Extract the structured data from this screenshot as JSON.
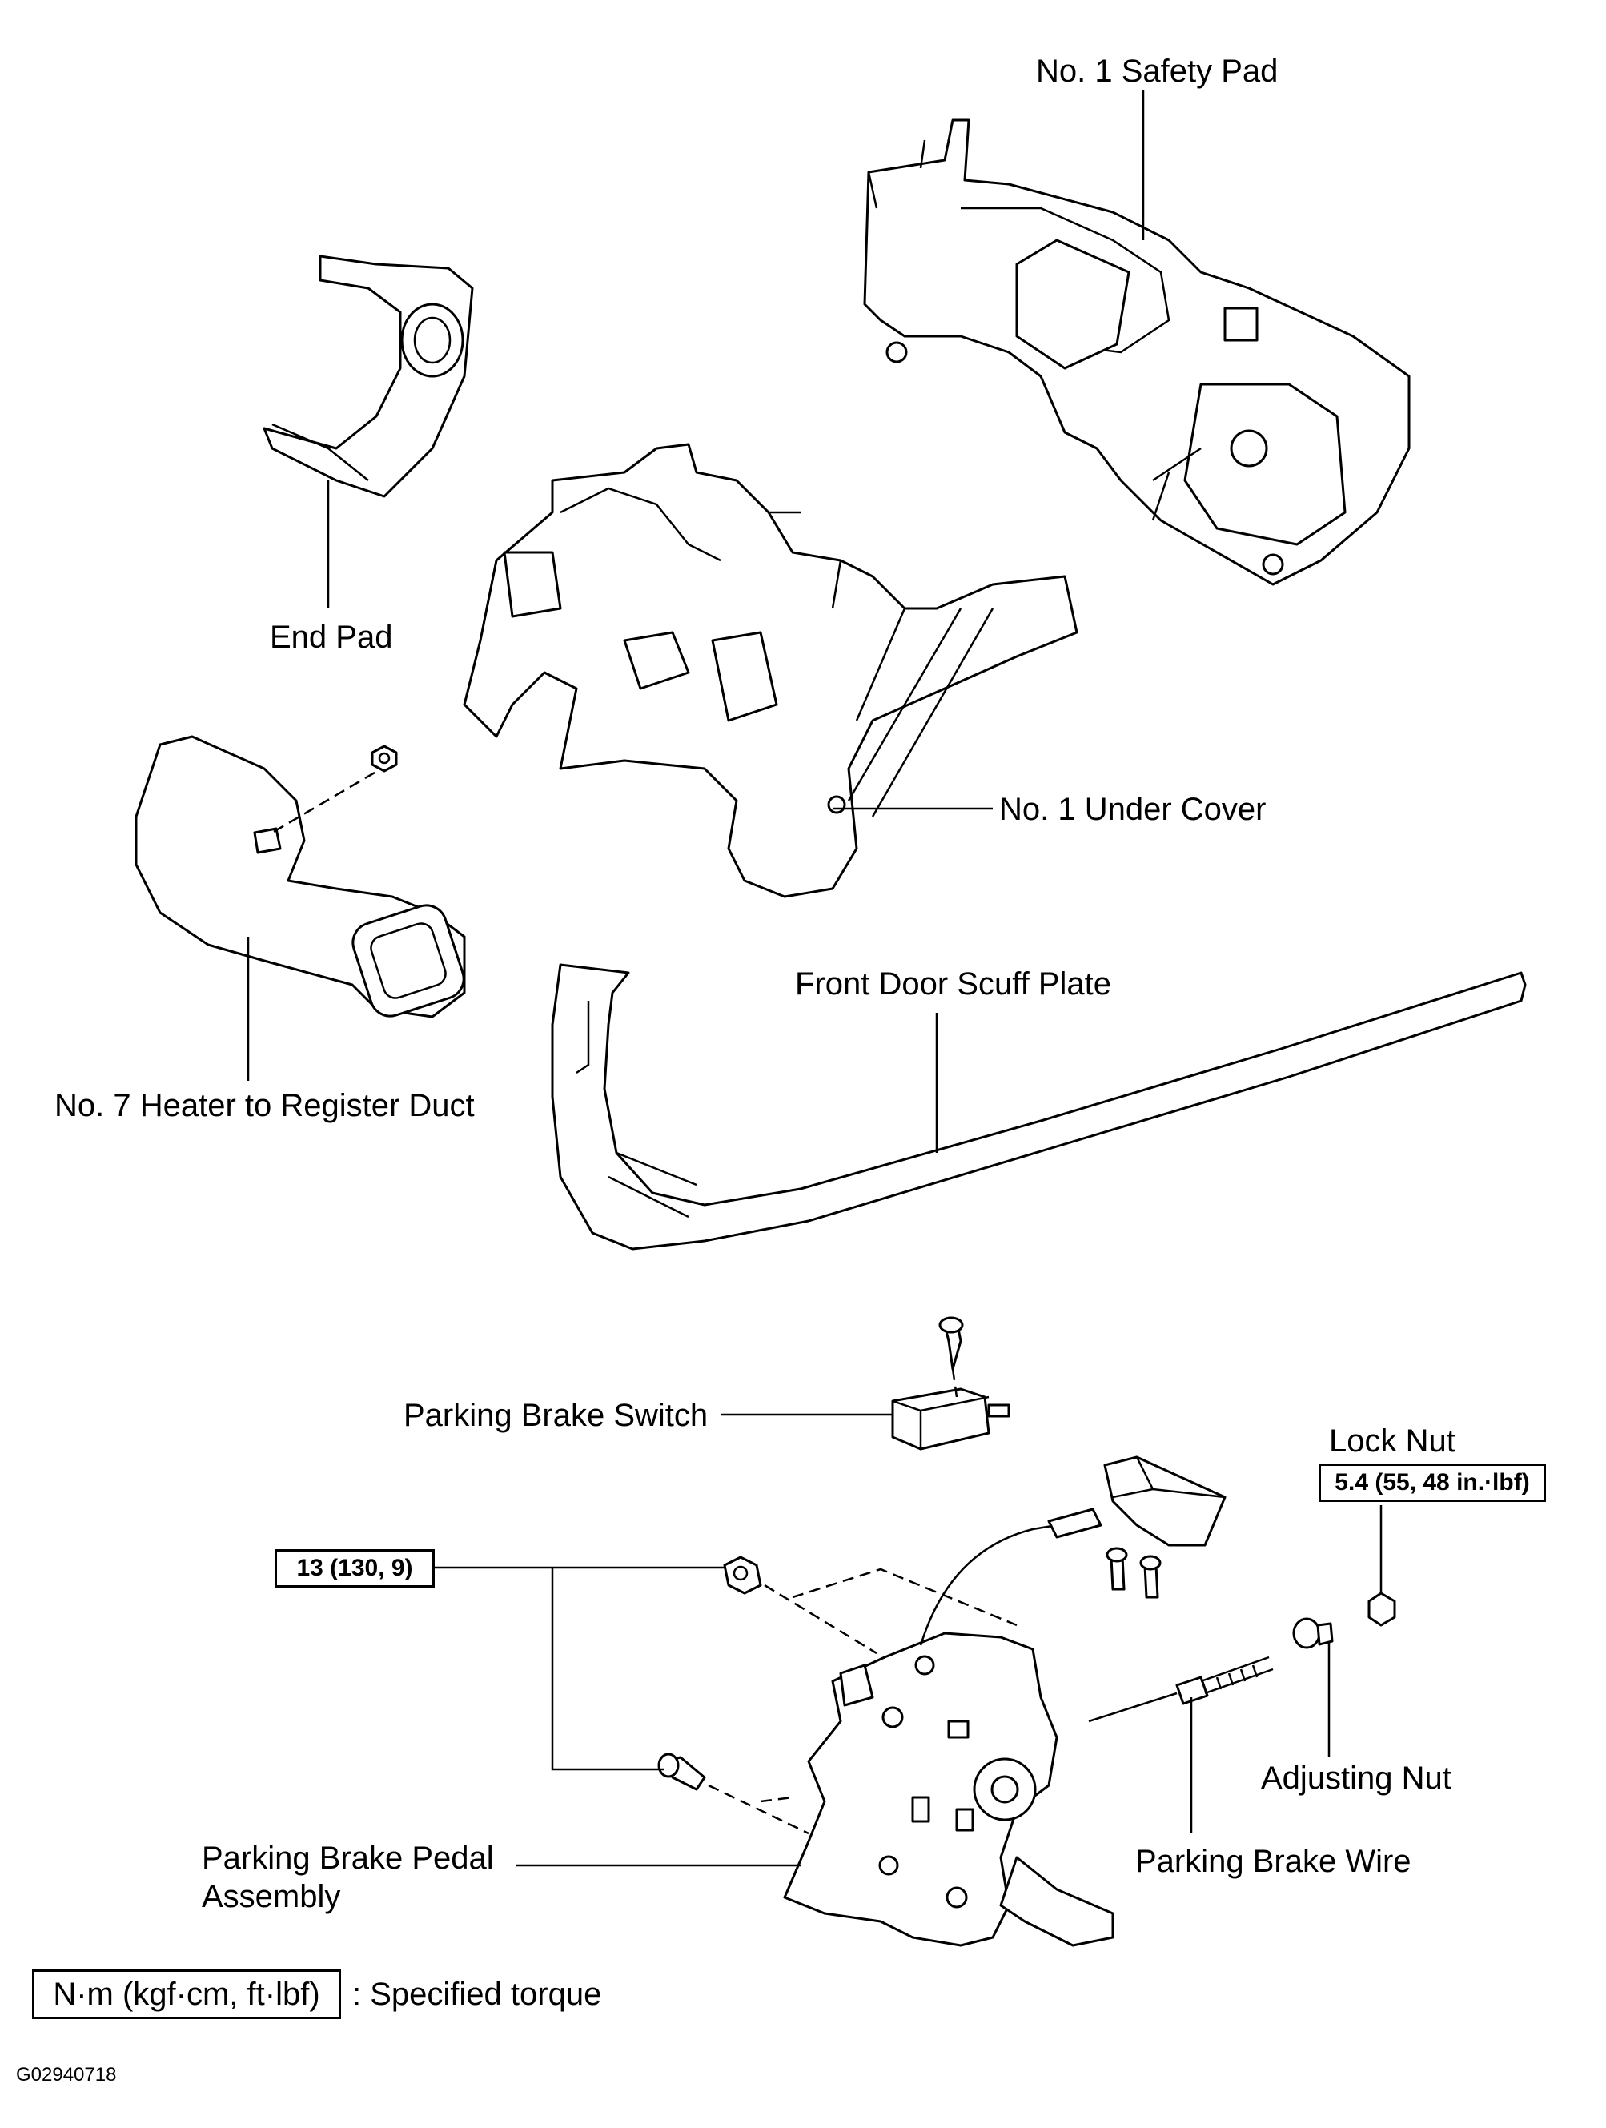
{
  "labels": {
    "safety_pad": "No. 1 Safety Pad",
    "end_pad": "End Pad",
    "under_cover": "No. 1 Under Cover",
    "heater_duct": "No. 7 Heater to Register Duct",
    "scuff_plate": "Front Door Scuff Plate",
    "brake_switch": "Parking Brake Switch",
    "lock_nut": "Lock Nut",
    "adjusting_nut": "Adjusting Nut",
    "brake_wire": "Parking Brake Wire",
    "pedal_assembly_line1": "Parking Brake Pedal",
    "pedal_assembly_line2": "Assembly"
  },
  "torques": {
    "lock_nut": "5.4 (55, 48 in.·lbf)",
    "pedal_bolts": "13 (130, 9)"
  },
  "legend": {
    "unit_box": "N·m (kgf·cm, ft·lbf)",
    "meaning": ": Specified torque"
  },
  "figure_code": "G02940718"
}
